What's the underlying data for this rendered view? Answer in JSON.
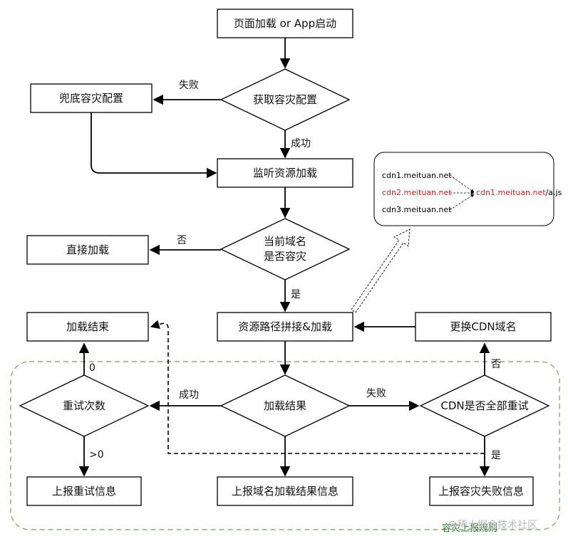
{
  "nodes": {
    "start": "页面加载 or App启动",
    "fetch_config": "获取容灾配置",
    "fallback_config": "兜底容灾配置",
    "listen": "监听资源加载",
    "is_disaster_l1": "当前域名",
    "is_disaster_l2": "是否容灾",
    "direct_load": "直接加载",
    "resource_path": "资源路径拼接&加载",
    "load_end": "加载结束",
    "switch_cdn": "更换CDN域名",
    "retry_count": "重试次数",
    "load_result": "加载结果",
    "cdn_all_retry": "CDN是否全部重试",
    "report_retry": "上报重试信息",
    "report_domain": "上报域名加载结果信息",
    "report_fail": "上报容灾失败信息"
  },
  "edges": {
    "fail": "失败",
    "success": "成功",
    "no": "否",
    "yes": "是",
    "success_left": "成功",
    "fail_right": "失败",
    "zero": "0",
    "gt_zero": ">0",
    "no_right": "否",
    "yes_right": "是"
  },
  "callout": {
    "line1": "cdn1.meituan.net",
    "line2": "cdn2.meituan.net",
    "line3": "cdn3.meituan.net",
    "target_domain": "cdn1.meituan.net",
    "target_path": "/a.js"
  },
  "group_label": "容灾上报规则",
  "watermark": "@稀土掘金技术社区",
  "colors": {
    "stroke": "#000000",
    "red": "#e0201b",
    "group_border": "#82b366",
    "group_label": "#2e7d32",
    "watermark": "#b8b8b8"
  }
}
